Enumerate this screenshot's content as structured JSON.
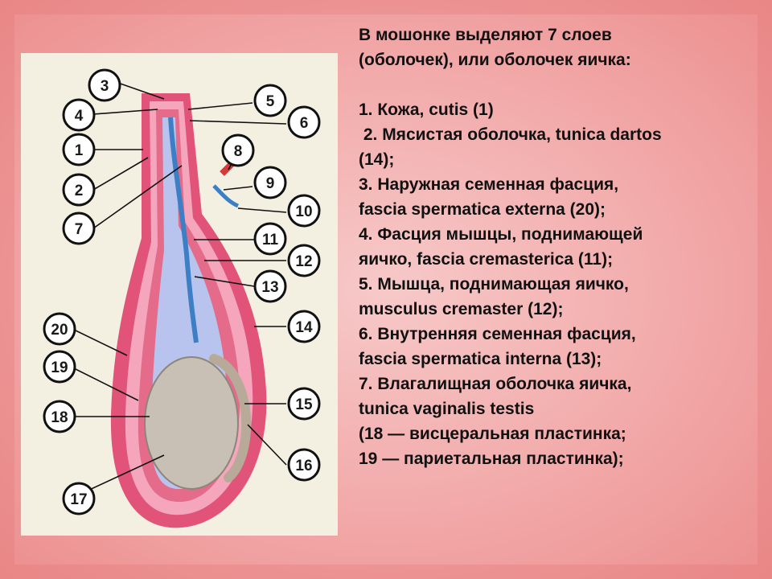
{
  "heading": {
    "line1": "В мошонке выделяют 7 слоев",
    "line2": "(оболочек), или оболочек яичка:"
  },
  "list": [
    "1. Кожа, cutis (1)",
    " 2. Мясистая оболочка, tunica dartos",
    "(14);",
    "3. Наружная семенная фасция,",
    "fascia spermatica externa (20);",
    "4. Фасция мышцы, поднимающей",
    "яичко, fascia cremasterica (11);",
    "5. Мышца, поднимающая яичко,",
    "musculus cremaster (12);",
    "6. Внутренняя семенная фасция,",
    "fascia spermatica interna (13);",
    "7. Влагалищная оболочка яичка,",
    "tunica vaginalis testis",
    "(18 — висцеральная пластинка;",
    "19 — париетальная пластинка);"
  ],
  "figure": {
    "callouts": [
      "3",
      "4",
      "1",
      "2",
      "7",
      "5",
      "6",
      "8",
      "9",
      "10",
      "11",
      "12",
      "13",
      "14",
      "20",
      "19",
      "18",
      "15",
      "16",
      "17"
    ]
  },
  "colors": {
    "background": "#f2a9a9",
    "panel": "#f3f0e2",
    "skin": "#e2537a",
    "fascia": "#f5a6bd",
    "testis": "#c8c0b4",
    "cavity": "#b9c4ee"
  }
}
